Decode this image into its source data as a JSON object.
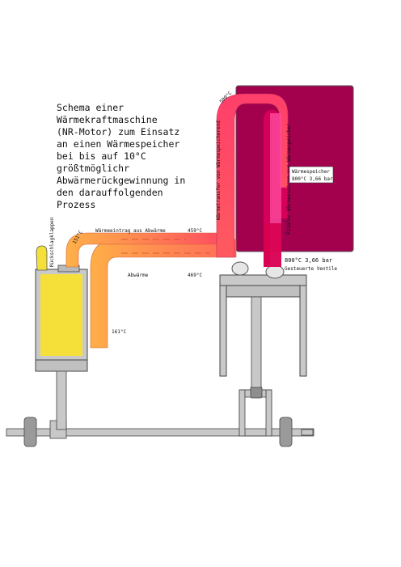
{
  "title_lines": [
    "Schema einer",
    "Wärmekraftmaschine",
    "(NR-Motor) zum Einsatz",
    "an einen Wärmespeicher",
    "bei bis auf 10°C",
    "größtmöglichr",
    "Abwärmerückgewinnung in",
    "den darauffolgenden",
    "Prozess"
  ],
  "labels": {
    "check_valves": "Rückschlagklappen",
    "temp_151": "151°C",
    "temp_161": "161°C",
    "heat_input_from_waste": "Wärmeeintrag aus Abwärme",
    "temp_459": "459°C",
    "waste_heat": "Abwärme",
    "temp_469": "469°C",
    "temp_500": "500°C",
    "heat_transfer_from_storage_end": "Wärmetransfer von Wärmespeicherend",
    "final_heat_input_from_storage": "Finaler Wärmeeintrag aus Wärmespeicher",
    "storage_title": "Wärmespeicher",
    "storage_conditions": "800°C 3,66 bar",
    "outlet_conditions": "800°C 3,66 bar",
    "controlled_valves": "Gesteuerte Ventile"
  },
  "colors": {
    "storage": "#a3004e",
    "cylinder_fill": "#f5e03a",
    "pipe_hot": "#ff4a66",
    "pipe_warm": "#ff7a55",
    "pipe_cool": "#ffb04a",
    "pipe_inner_dark": "#d8004f",
    "metal": "#c8c8c8"
  }
}
